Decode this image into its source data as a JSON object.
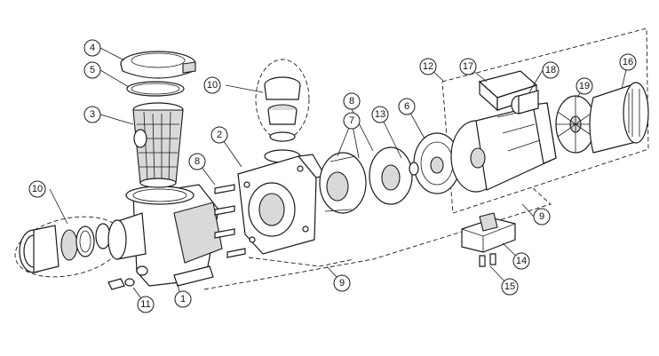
{
  "callouts": [
    {
      "id": "c1",
      "label": "1"
    },
    {
      "id": "c2",
      "label": "2"
    },
    {
      "id": "c3",
      "label": "3"
    },
    {
      "id": "c4",
      "label": "4"
    },
    {
      "id": "c5",
      "label": "5"
    },
    {
      "id": "c6",
      "label": "6"
    },
    {
      "id": "c7",
      "label": "7"
    },
    {
      "id": "c8a",
      "label": "8"
    },
    {
      "id": "c8b",
      "label": "8"
    },
    {
      "id": "c9a",
      "label": "9"
    },
    {
      "id": "c9b",
      "label": "9"
    },
    {
      "id": "c10a",
      "label": "10"
    },
    {
      "id": "c10b",
      "label": "10"
    },
    {
      "id": "c11",
      "label": "11"
    },
    {
      "id": "c12",
      "label": "12"
    },
    {
      "id": "c13",
      "label": "13"
    },
    {
      "id": "c14",
      "label": "14"
    },
    {
      "id": "c15",
      "label": "15"
    },
    {
      "id": "c16",
      "label": "16"
    },
    {
      "id": "c17",
      "label": "17"
    },
    {
      "id": "c18",
      "label": "18"
    },
    {
      "id": "c19",
      "label": "19"
    }
  ],
  "colors": {
    "line": "#1a1a1a",
    "fill": "#ffffff",
    "shade": "#d9d9d9"
  }
}
